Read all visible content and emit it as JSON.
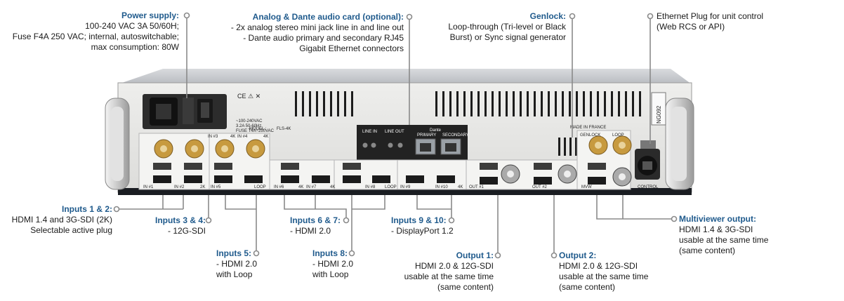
{
  "callouts": {
    "power": {
      "title": "Power supply:",
      "lines": [
        "100-240 VAC 3A 50/60H;",
        "Fuse F4A 250 VAC; internal, autoswitchable;",
        "max consumption: 80W"
      ]
    },
    "audio": {
      "title": "Analog & Dante audio card (optional):",
      "lines": [
        "- 2x analog stereo mini jack line in and line out",
        "- Dante audio primary and secondary RJ45",
        "Gigabit Ethernet connectors"
      ]
    },
    "genlock": {
      "title": "Genlock:",
      "lines": [
        "Loop-through (Tri-level or Black",
        "Burst) or Sync signal generator"
      ]
    },
    "ethernet": {
      "title": "",
      "lines": [
        "Ethernet Plug for unit control",
        "(Web RCS or API)"
      ]
    },
    "inputs12": {
      "title": "Inputs 1 & 2:",
      "lines": [
        "HDMI 1.4 and 3G-SDI (2K)",
        "Selectable active plug"
      ]
    },
    "inputs34": {
      "title": "Inputs 3 & 4:",
      "lines": [
        "- 12G-SDI"
      ]
    },
    "inputs5": {
      "title": "Inputs 5:",
      "lines": [
        "- HDMI 2.0",
        "with Loop"
      ]
    },
    "inputs67": {
      "title": "Inputs 6 & 7:",
      "lines": [
        "- HDMI 2.0"
      ]
    },
    "inputs8": {
      "title": "Inputs 8:",
      "lines": [
        "- HDMI 2.0",
        "with Loop"
      ]
    },
    "inputs910": {
      "title": "Inputs 9 & 10:",
      "lines": [
        "- DisplayPort 1.2"
      ]
    },
    "output1": {
      "title": "Output 1:",
      "lines": [
        "HDMI 2.0 & 12G-SDI",
        "usable at the same time",
        "(same content)"
      ]
    },
    "output2": {
      "title": "Output 2:",
      "lines": [
        "HDMI 2.0 & 12G-SDI",
        "usable at the same time",
        "(same content)"
      ]
    },
    "multiviewer": {
      "title": "Multiviewer output:",
      "lines": [
        "HDMI 1.4 & 3G-SDI",
        "usable at the same time",
        "(same content)"
      ]
    }
  },
  "device": {
    "power_rating": [
      "~100-240VAC",
      "3.2A 50-60Hz",
      "FUSE T4A~250VAC"
    ],
    "model_label": "MODEL :",
    "model_value": "FLS-4K",
    "made_in": "MADE IN FRANCE",
    "serial": "NG092",
    "audio_labels": {
      "line_in": "LINE IN",
      "line_out": "LINE OUT",
      "dante": "Dante",
      "primary": "PRIMARY",
      "secondary": "SECONDARY"
    },
    "genlock_label": "GENLOCK",
    "loop_label": "LOOP",
    "control_label": "CONTROL",
    "port_labels": [
      "IN #1",
      "IN #2",
      "2K",
      "IN #3",
      "4K",
      "IN #4",
      "4K",
      "IN #5",
      "LOOP",
      "IN #6",
      "4K",
      "IN #7",
      "4K",
      "IN #8",
      "LOOP",
      "IN #9",
      "IN #10",
      "4K",
      "OUT #1",
      "OUT #2",
      "MVW",
      "CONTROL"
    ]
  }
}
